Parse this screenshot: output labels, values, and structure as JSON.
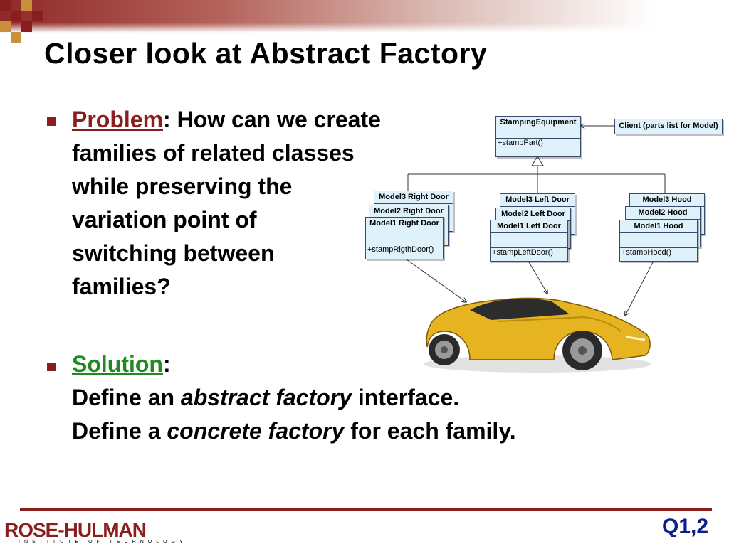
{
  "slide": {
    "title": "Closer look at Abstract Factory",
    "problem": {
      "label": "Problem",
      "lines": [
        ": How can we create",
        "families of related classes",
        "while preserving the",
        "variation point of",
        "switching between",
        "families?"
      ]
    },
    "solution": {
      "label": "Solution",
      "colon": ":",
      "line1_pre": "Define an ",
      "line1_em": "abstract factory",
      "line1_post": " interface.",
      "line2_pre": "Define a ",
      "line2_em": "concrete factory",
      "line2_post": " for each family."
    },
    "footer": {
      "logo": "ROSE-HULMAN",
      "logo_sub": "INSTITUTE OF TECHNOLOGY",
      "question_ref": "Q1,2"
    }
  },
  "diagram": {
    "stamping": {
      "name": "StampingEquipment",
      "op": "+stampPart()"
    },
    "client": "Client (parts list for Model)",
    "right_door": {
      "names": [
        "Model3 Right Door",
        "Model2 Right Door",
        "Model1 Right Door"
      ],
      "op": "+stampRigthDoor()"
    },
    "left_door": {
      "names": [
        "Model3 Left Door",
        "Model2 Left Door",
        "Model1 Left  Door"
      ],
      "op": "+stampLeftDoor()"
    },
    "hood": {
      "names": [
        "Model3 Hood",
        "Model2 Hood",
        "Model1 Hood"
      ],
      "op": "+stampHood()"
    }
  },
  "colors": {
    "accent": "#8a1e1c",
    "solution": "#1f8a1f",
    "question": "#0b1f8a",
    "uml_fill": "#dff1fb",
    "car_body": "#e6b321"
  }
}
